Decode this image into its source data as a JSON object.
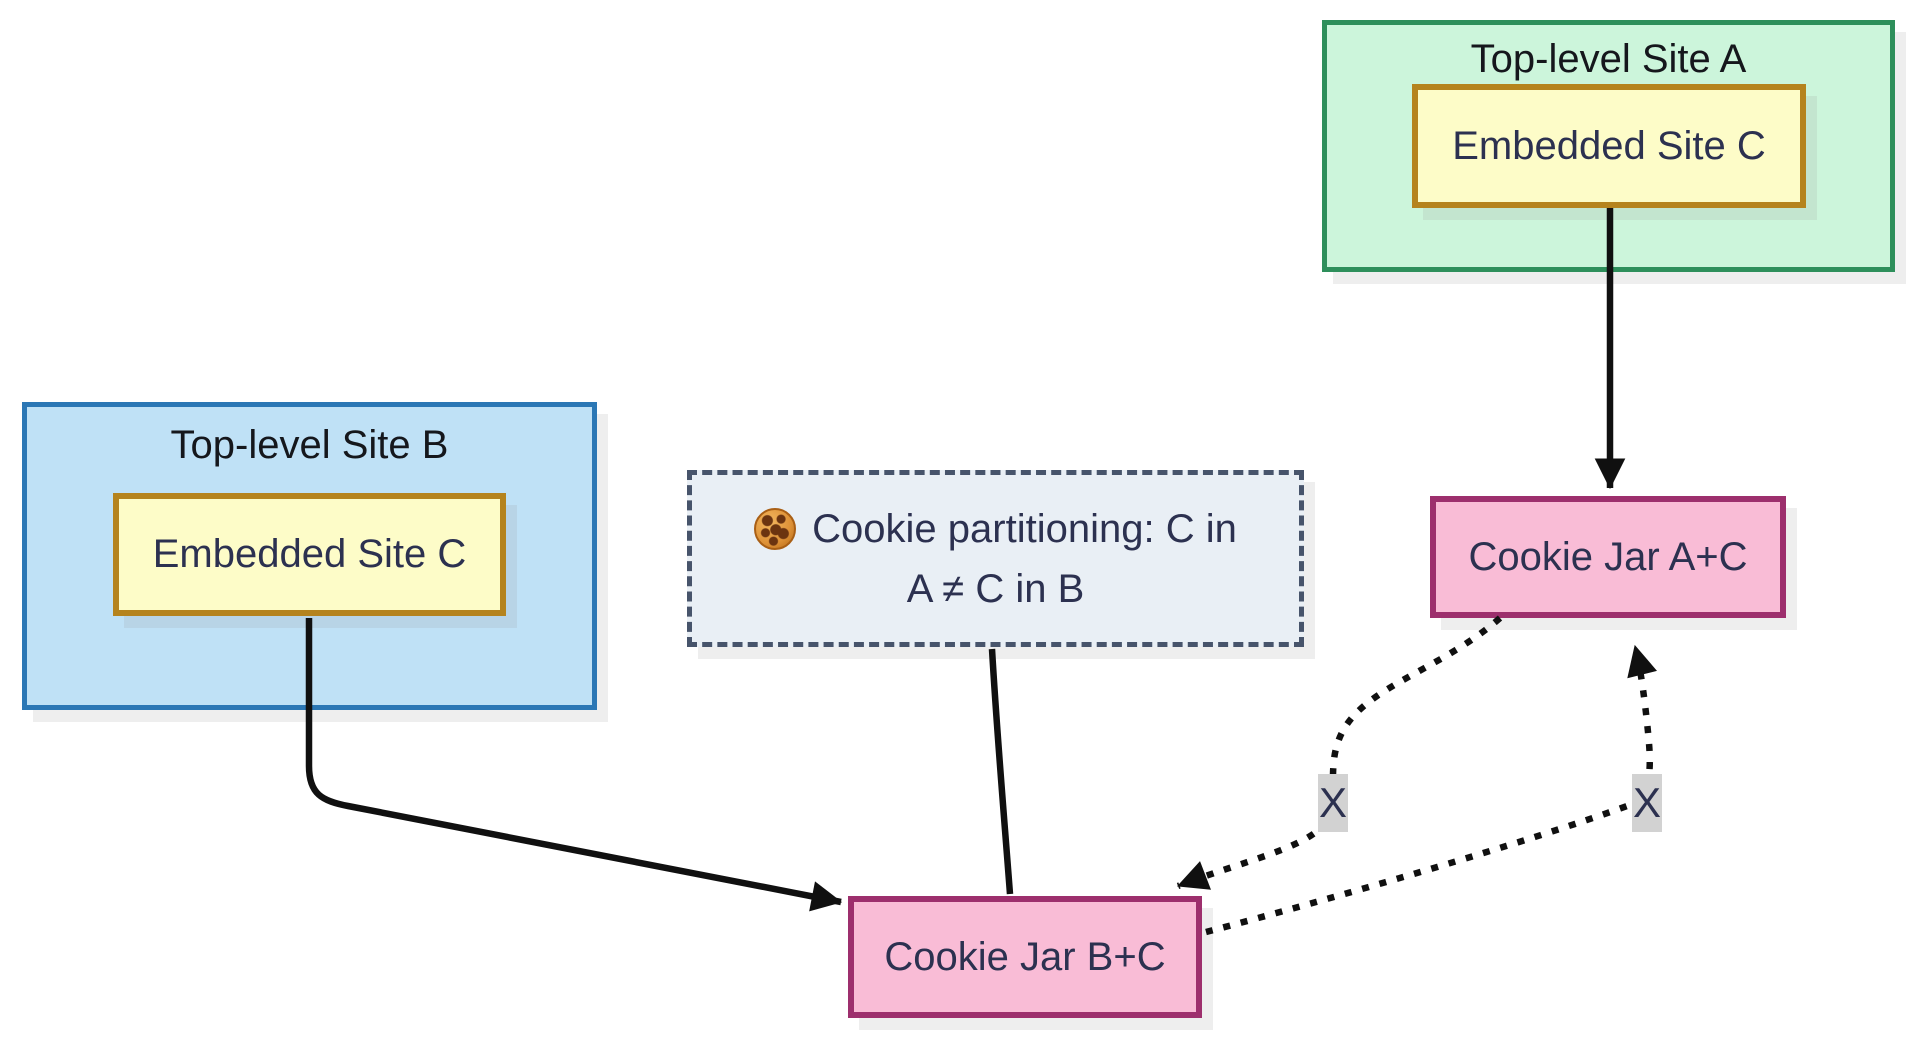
{
  "diagram": {
    "background": "#ffffff",
    "title_color": "#15171c",
    "text_color": "#2c3150",
    "connector_color": "#101010",
    "edge_label_bg": "#d2d2d2",
    "groups": [
      {
        "id": "site-a",
        "title": "Top-level Site A",
        "fill": "#ccf5db",
        "border": "#2e8f5b",
        "child": {
          "label": "Embedded Site C",
          "fill": "#fdfcc8",
          "border": "#b5831d"
        }
      },
      {
        "id": "site-b",
        "title": "Top-level Site B",
        "fill": "#bfe1f6",
        "border": "#2b77b5",
        "child": {
          "label": "Embedded Site C",
          "fill": "#fdfcc8",
          "border": "#b5831d"
        }
      }
    ],
    "nodes": [
      {
        "id": "jar-ac",
        "label": "Cookie Jar A+C",
        "fill": "#f9bcd6",
        "border": "#9d2f6d"
      },
      {
        "id": "jar-bc",
        "label": "Cookie Jar B+C",
        "fill": "#f9bcd6",
        "border": "#9d2f6d"
      }
    ],
    "note": {
      "icon": "cookie-icon",
      "icon_glyph": "🍪",
      "line1": "Cookie partitioning: C in",
      "line2": "A ≠ C in B",
      "fill": "#e9eff5",
      "border": "#47546b"
    },
    "edges": [
      {
        "from": "embedded-site-c-in-a",
        "to": "cookie-jar-ac",
        "style": "solid",
        "arrow": true,
        "label": ""
      },
      {
        "from": "embedded-site-c-in-b",
        "to": "cookie-jar-bc",
        "style": "solid",
        "arrow": true,
        "label": ""
      },
      {
        "from": "note",
        "to": "cookie-jar-bc",
        "style": "solid",
        "arrow": false,
        "label": ""
      },
      {
        "from": "cookie-jar-ac",
        "to": "cookie-jar-bc",
        "style": "dotted",
        "arrow": true,
        "label": "X"
      },
      {
        "from": "cookie-jar-bc",
        "to": "cookie-jar-ac",
        "style": "dotted",
        "arrow": true,
        "label": "X"
      }
    ]
  }
}
